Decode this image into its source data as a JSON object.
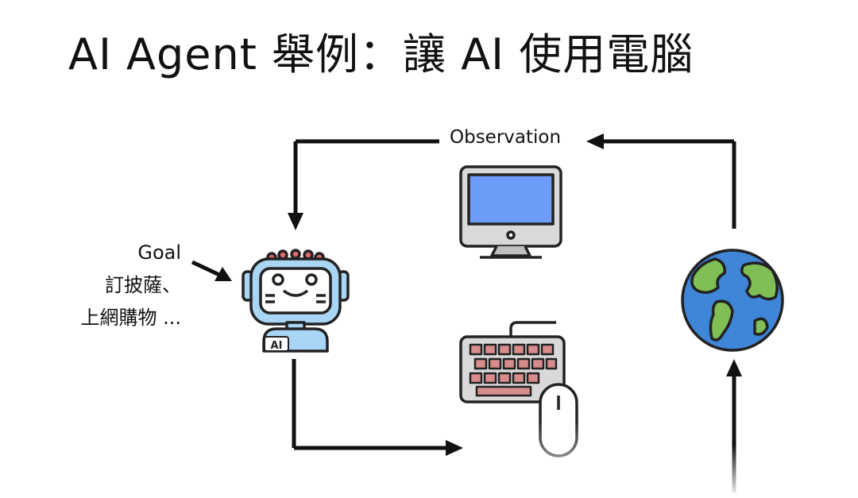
{
  "slide": {
    "title": "AI Agent 舉例：讓 AI 使用電腦"
  },
  "diagram": {
    "observation_label": "Observation",
    "goal_label": "Goal",
    "goal_lines": [
      "訂披薩、",
      "上網購物 ..."
    ],
    "robot_badge": "AI"
  },
  "icons": [
    "robot-icon",
    "monitor-icon",
    "keyboard-icon",
    "mouse-icon",
    "globe-icon"
  ],
  "colors": {
    "screen": "#6c9cf7",
    "robot_face": "#a9d6f5",
    "keyboard_keys": "#d98c8c",
    "ocean": "#3f86d8",
    "land": "#7fbf55",
    "robot_dots": "#e06a6a"
  }
}
